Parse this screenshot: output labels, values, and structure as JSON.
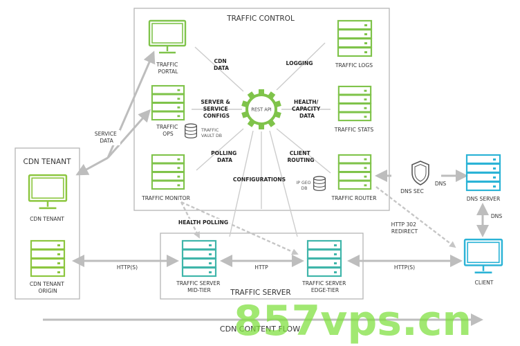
{
  "colors": {
    "green": "#7fc34a",
    "teal": "#3fb5aa",
    "cyan": "#2bb3d6",
    "lime": "#8cc63f",
    "gray_line": "#c9c9c9",
    "gray_arrow": "#bdbdbd",
    "box_border": "#b5b5b5",
    "watermark": "#7ee03c"
  },
  "groups": {
    "traffic_control": "TRAFFIC CONTROL",
    "traffic_server": "TRAFFIC SERVER",
    "cdn_tenant": "CDN TENANT"
  },
  "nodes": {
    "traffic_portal": [
      "TRAFFIC",
      "PORTAL"
    ],
    "traffic_ops": [
      "TRAFFIC",
      "OPS"
    ],
    "traffic_vault": [
      "TRAFFIC",
      "VAULT DB"
    ],
    "traffic_monitor": "TRAFFIC MONITOR",
    "traffic_logs": "TRAFFIC LOGS",
    "traffic_stats": "TRAFFIC STATS",
    "traffic_router": "TRAFFIC ROUTER",
    "ip_geo_db": [
      "IP GEO",
      "DB"
    ],
    "rest_api": "REST API",
    "cdn_tenant_icon": "CDN TENANT",
    "cdn_tenant_origin": [
      "CDN TENANT",
      "ORIGIN"
    ],
    "mid_tier": [
      "TRAFFIC SERVER",
      "MID-TIER"
    ],
    "edge_tier": [
      "TRAFFIC SERVER",
      "EDGE-TIER"
    ],
    "dns_server": "DNS SERVER",
    "client": "CLIENT",
    "dns_sec": "DNS SEC"
  },
  "links": {
    "cdn_data": [
      "CDN",
      "DATA"
    ],
    "logging": "LOGGING",
    "server_configs": [
      "SERVER &",
      "SERVICE",
      "CONFIGS"
    ],
    "health_capacity": [
      "HEALTH/",
      "CAPACITY",
      "DATA"
    ],
    "polling_data": [
      "POLLING",
      "DATA"
    ],
    "client_routing": [
      "CLIENT",
      "ROUTING"
    ],
    "configurations": "CONFIGURATIONS",
    "service_data": [
      "SERVICE",
      "DATA"
    ],
    "health_polling": "HEALTH POLLING",
    "http_s_left": "HTTP(S)",
    "http_mid": "HTTP",
    "http_s_right": "HTTP(S)",
    "dns_top": "DNS",
    "dns_right": "DNS",
    "http_302": [
      "HTTP 302",
      "REDIRECT"
    ]
  },
  "footer": {
    "cdn_content_flow": "CDN CONTENT FLOW"
  },
  "watermark": "857vps.cn"
}
